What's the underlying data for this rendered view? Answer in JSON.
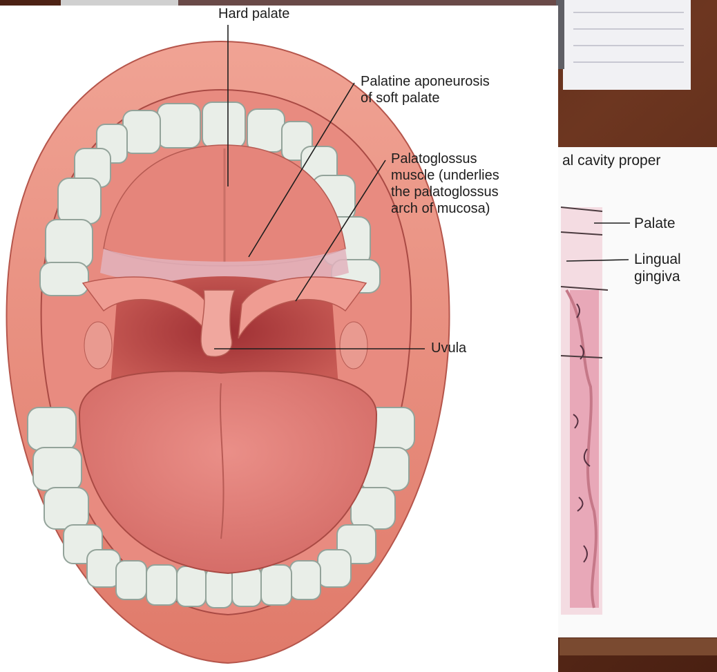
{
  "main_figure": {
    "labels": {
      "hard_palate": "Hard palate",
      "palatine_aponeurosis_1": "Palatine aponeurosis",
      "palatine_aponeurosis_2": "of soft palate",
      "palatoglossus_1": "Palatoglossus",
      "palatoglossus_2": "muscle (underlies",
      "palatoglossus_3": "the palatoglossus",
      "palatoglossus_4": "arch of mucosa)",
      "uvula": "Uvula"
    }
  },
  "side_figure": {
    "labels": {
      "oral_cavity": "al cavity proper",
      "palate": "Palate",
      "lingual_1": "Lingual",
      "lingual_2": "gingiva"
    }
  },
  "colors": {
    "background": "#5a2a18",
    "lip": "#e98f7d",
    "mucosa": "#e48a7d",
    "tongue": "#df7a75",
    "teeth": "#e9eee8",
    "throat": "#c14a4a"
  }
}
